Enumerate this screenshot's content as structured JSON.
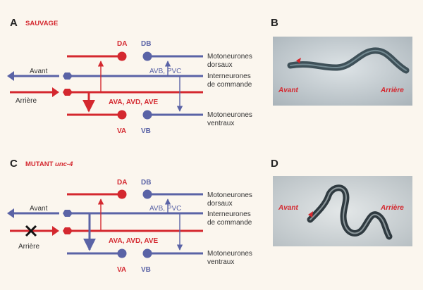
{
  "colors": {
    "red": "#d4282f",
    "blue": "#5a63a6",
    "background": "#fbf6ee"
  },
  "panel_a": {
    "letter": "A",
    "title": "SAUVAGE",
    "neurons": {
      "da": "DA",
      "db": "DB",
      "va": "VA",
      "vb": "VB"
    },
    "avb_pvc": "AVB, PVC",
    "ava_avd_ave": "AVA, AVD, AVE",
    "avant": "Avant",
    "arriere": "Arrière",
    "moto_dorsaux": [
      "Motoneurones",
      "dorsaux"
    ],
    "interneurones": [
      "Interneurones",
      "de commande"
    ],
    "moto_ventraux": [
      "Motoneurones",
      "ventraux"
    ]
  },
  "panel_b": {
    "letter": "B",
    "avant": "Avant",
    "arriere": "Arrière"
  },
  "panel_c": {
    "letter": "C",
    "title_prefix": "MUTANT ",
    "title_gene": "unc-4",
    "neurons": {
      "da": "DA",
      "db": "DB",
      "va": "VA",
      "vb": "VB"
    },
    "avb_pvc": "AVB, PVC",
    "ava_avd_ave": "AVA, AVD, AVE",
    "avant": "Avant",
    "arriere": "Arrière",
    "moto_dorsaux": [
      "Motoneurones",
      "dorsaux"
    ],
    "interneurones": [
      "Interneurones",
      "de commande"
    ],
    "moto_ventraux": [
      "Motoneurones",
      "ventraux"
    ]
  },
  "panel_d": {
    "letter": "D",
    "avant": "Avant",
    "arriere": "Arrière"
  },
  "icons": [
    "arrow-left-icon",
    "arrow-right-icon",
    "cross-icon",
    "arrowhead-icon"
  ]
}
